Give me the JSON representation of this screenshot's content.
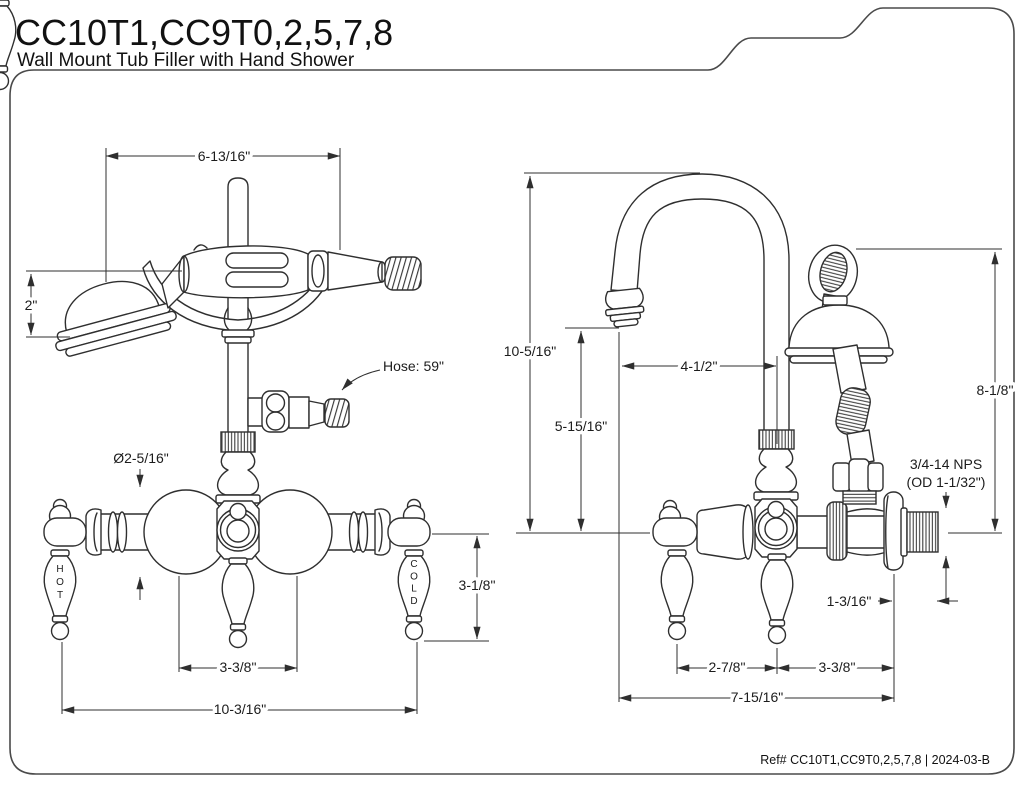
{
  "header": {
    "model": "CC10T1,CC9T0,2,5,7,8",
    "subtitle": "Wall Mount Tub Filler with Hand Shower"
  },
  "footer": {
    "ref": "Ref# CC10T1,CC9T0,2,5,7,8 | 2024-03-B"
  },
  "front_view": {
    "handshower_length": "6-13/16\"",
    "head_height": "2\"",
    "hose_length": "Hose: 59\"",
    "body_diameter": "Ø2-5/16\"",
    "handle_drop": "3-1/8\"",
    "supply_centers": "3-3/8\"",
    "overall_width": "10-3/16\"",
    "hot_label": "HOT",
    "cold_label": "COLD"
  },
  "side_view": {
    "overall_height": "10-5/16\"",
    "spout_clearance": "5-15/16\"",
    "spout_reach": "4-1/2\"",
    "shower_hook_height": "8-1/8\"",
    "thread_spec": "3/4-14 NPS",
    "thread_od": "(OD 1-1/32\")",
    "wall_projection": "1-3/16\"",
    "spout_to_handle": "2-7/8\"",
    "handle_to_wall": "3-3/8\"",
    "overall_depth": "7-15/16\""
  }
}
